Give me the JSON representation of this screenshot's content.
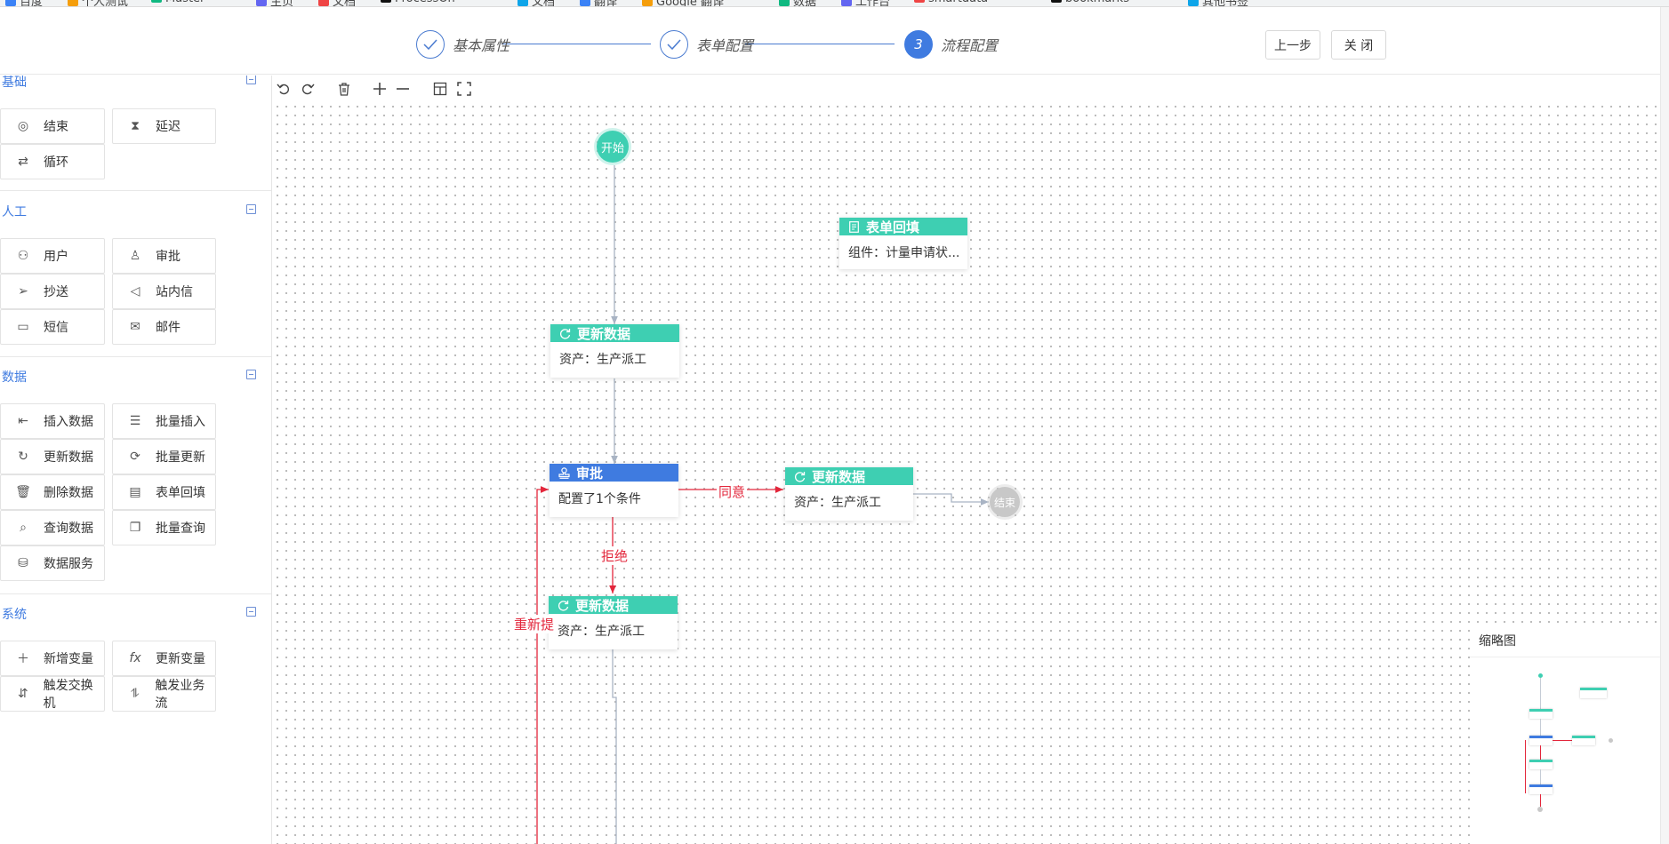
{
  "bookmarks": [
    "百度",
    "个人测试",
    "Master",
    "主页",
    "文档",
    "ProcessOn",
    "文档",
    "翻译",
    "Google 翻译",
    "数据",
    "工作台",
    "smartdata",
    "bookmarks",
    "其他书签"
  ],
  "steps": [
    {
      "label": "基本属性",
      "icon": "check-icon",
      "status": "done"
    },
    {
      "label": "表单配置",
      "icon": "check-icon",
      "status": "done"
    },
    {
      "label": "流程配置",
      "number": "3",
      "status": "active"
    }
  ],
  "header_buttons": {
    "prev": "上一步",
    "close": "关 闭"
  },
  "palette": {
    "groups": [
      {
        "title": "基础",
        "items": [
          {
            "label": "结束",
            "icon": "target-icon"
          },
          {
            "label": "延迟",
            "icon": "hourglass-icon"
          },
          {
            "label": "循环",
            "icon": "loop-icon"
          }
        ]
      },
      {
        "title": "人工",
        "items": [
          {
            "label": "用户",
            "icon": "user-icon"
          },
          {
            "label": "审批",
            "icon": "stamp-icon"
          },
          {
            "label": "抄送",
            "icon": "send-icon"
          },
          {
            "label": "站内信",
            "icon": "speaker-icon"
          },
          {
            "label": "短信",
            "icon": "message-icon"
          },
          {
            "label": "邮件",
            "icon": "mail-icon"
          }
        ]
      },
      {
        "title": "数据",
        "items": [
          {
            "label": "插入数据",
            "icon": "insert-icon"
          },
          {
            "label": "批量插入",
            "icon": "batch-insert-icon"
          },
          {
            "label": "更新数据",
            "icon": "refresh-icon"
          },
          {
            "label": "批量更新",
            "icon": "batch-refresh-icon"
          },
          {
            "label": "删除数据",
            "icon": "trash-icon"
          },
          {
            "label": "表单回填",
            "icon": "form-icon"
          },
          {
            "label": "查询数据",
            "icon": "search-icon"
          },
          {
            "label": "批量查询",
            "icon": "copy-icon"
          },
          {
            "label": "数据服务",
            "icon": "server-icon"
          }
        ]
      },
      {
        "title": "系统",
        "items": [
          {
            "label": "新增变量",
            "icon": "plus-icon"
          },
          {
            "label": "更新变量",
            "icon": "fx-icon"
          },
          {
            "label": "触发交换机",
            "icon": "switch-icon"
          },
          {
            "label": "触发业务流",
            "icon": "flow-icon"
          }
        ]
      }
    ]
  },
  "toolbar": {
    "tools": [
      "undo-icon",
      "redo-icon",
      "delete-icon",
      "zoom-in-icon",
      "zoom-out-icon",
      "layout-icon",
      "fullscreen-icon"
    ]
  },
  "flow": {
    "start": "开始",
    "end": "结束",
    "form_fill": {
      "title": "表单回填",
      "body": "组件：计量申请状..."
    },
    "update1": {
      "title": "更新数据",
      "body": "资产：生产派工"
    },
    "approve": {
      "title": "审批",
      "body": "配置了1个条件"
    },
    "update_agree": {
      "title": "更新数据",
      "body": "资产：生产派工"
    },
    "update_reject": {
      "title": "更新数据",
      "body": "资产：生产派工"
    },
    "edge_agree": "同意",
    "edge_reject": "拒绝",
    "edge_resubmit": "重新提"
  },
  "minimap": {
    "title": "缩略图"
  },
  "colors": {
    "primary": "#3f7be0",
    "teal": "#3ecfb2",
    "reject": "#e3263b",
    "edge": "#a9b4c4"
  }
}
